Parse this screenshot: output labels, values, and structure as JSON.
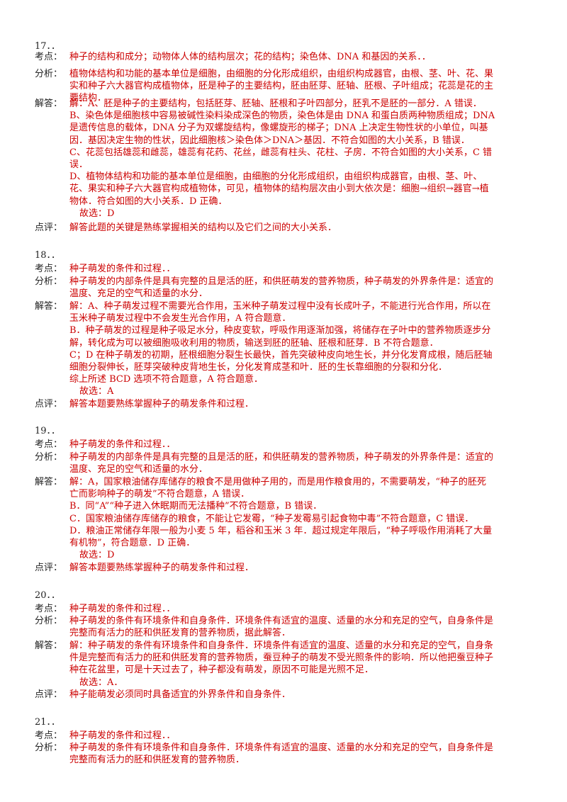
{
  "items": [
    {
      "number": "17．．",
      "kaodian_label": "考点：",
      "kaodian": "种子的结构和成分；动物体人体的结构层次；花的结构；染色体、DNA 和基因的关系．．",
      "fenxi_label": "分析：",
      "fenxi": [
        "植物体结构和功能的基本单位是细胞，由细胞的分化形成组织，由组织构成器官，由根、茎、叶、花、果",
        "实和种子六大器官构成植物体，胚是种子的主要结构，胚由胚芽、胚轴、胚根、子叶组成；花蕊是花的主",
        "要结构．"
      ],
      "jieda_label": "解答：",
      "jieda": [
        "解：A、胚是种子的主要结构，包括胚芽、胚轴、胚根和子叶四部分，胚乳不是胚的一部分．A 错误．",
        "B、染色体是细胞核中容易被碱性染料染成深色的物质，染色体是由 DNA 和蛋白质两种物质组成；DNA",
        "是遗传信息的载体，DNA 分子为双螺旋结构，像螺旋形的梯子；DNA 上决定生物性状的小单位，叫基",
        "因．基因决定生物的性状，因此细胞核＞染色体＞DNA＞基因．不符合如图的大小关系，B 错误．",
        "C、花蕊包括雄蕊和雌蕊，雄蕊有花药、花丝，雌蕊有柱头、花柱、子房．不符合如图的大小关系，C 错",
        "误．",
        "D、植物体结构和功能的基本单位是细胞，由细胞的分化形成组织，由组织构成器官，由根、茎、叶、",
        "花、果实和种子六大器官构成植物体，可见，植物体的结构层次由小到大依次是：细胞→组织→器官→植",
        "物体．符合如图的大小关系．D 正确．",
        "故选：D"
      ],
      "dianping_label": "点评：",
      "dianping": "解答此题的关键是熟练掌握相关的结构以及它们之间的大小关系．"
    },
    {
      "number": "18．．",
      "kaodian_label": "考点：",
      "kaodian": "种子萌发的条件和过程．．",
      "fenxi_label": "分析：",
      "fenxi": [
        "种子萌发的内部条件是具有完整的且是活的胚，和供胚萌发的营养物质，种子萌发的外界条件是：适宜的",
        "温度、充足的空气和适量的水分．"
      ],
      "jieda_label": "解答：",
      "jieda": [
        "解：A、种子萌发过程不需要光合作用，玉米种子萌发过程中没有长成叶子，不能进行光合作用，所以在",
        "玉米种子萌发过程中不会发生光合作用，A 符合题意．",
        "B．种子萌发的过程是种子吸足水分，种皮变软，呼吸作用逐渐加强，将储存在子叶中的营养物质逐步分",
        "解，转化成为可以被细胞吸收利用的物质，输送到胚的胚轴、胚根和胚芽．B 不符合题意．",
        "C；D 在种子萌发的初期，胚根细胞分裂生长最快，首先突破种皮向地生长，并分化发育成根，随后胚轴",
        "细胞分裂伸长，胚芽突破种皮背地生长，分化发育成茎和叶．胚的生长靠细胞的分裂和分化．",
        "综上所述 BCD 选项不符合题意，A 符合题意．",
        "故选：A"
      ],
      "dianping_label": "点评：",
      "dianping": "解答本题要熟练掌握种子的萌发条件和过程．"
    },
    {
      "number": "19．．",
      "kaodian_label": "考点：",
      "kaodian": "种子萌发的条件和过程．．",
      "fenxi_label": "分析：",
      "fenxi": [
        "种子萌发的内部条件是具有完整的且是活的胚，和供胚萌发的营养物质，种子萌发的外界条件是：适宜的",
        "温度、充足的空气和适量的水分．"
      ],
      "jieda_label": "解答：",
      "jieda": [
        "解：A，国家粮油储存库储存的粮食不是用做种子用的，而是用作粮食用的，不需要萌发，“种子的胚死",
        "亡而影响种子的萌发”不符合题意，A 错误．",
        "B．同“A”“种子进入休眠期而无法播种”不符合题意，B 错误．",
        "C．国家粮油储存库储存的粮食，不能让它发霉，“种子发霉易引起食物中毒”不符合题意，C 错误．",
        "D．粮油正常储存年限一般为小麦 5 年，稻谷和玉米 3 年．超过规定年限后，“种子呼吸作用消耗了大量",
        "有机物”，符合题意．D 正确．",
        "故选：D"
      ],
      "dianping_label": "点评：",
      "dianping": "解答本题要熟练掌握种子的萌发条件和过程．"
    },
    {
      "number": "20．．",
      "kaodian_label": "考点：",
      "kaodian": "种子萌发的条件和过程．．",
      "fenxi_label": "分析：",
      "fenxi": [
        "种子萌发的条件有环境条件和自身条件．环境条件有适宜的温度、适量的水分和充足的空气，自身条件是",
        "完整而有活力的胚和供胚发育的营养物质，据此解答．"
      ],
      "jieda_label": "解答：",
      "jieda": [
        "解：种子萌发的条件有环境条件和自身条件．环境条件有适宜的温度、适量的水分和充足的空气，自身条",
        "件是完整而有活力的胚和供胚发育的营养物质，蚕豆种子的萌发不受光照条件的影响．所以他把蚕豆种子",
        "种在花盆里，可是十天过去了，种子都没有萌发，原因不可能是光照不足．",
        "故选：A．"
      ],
      "dianping_label": "点评：",
      "dianping": "种子能萌发必须同时具备适宜的外界条件和自身条件．"
    },
    {
      "number": "21．．",
      "kaodian_label": "考点：",
      "kaodian": "种子萌发的条件和过程．．",
      "fenxi_label": "分析：",
      "fenxi": [
        "种子萌发的条件有环境条件和自身条件．环境条件有适宜的温度、适量的水分和充足的空气，自身条件是",
        "完整而有活力的胚和供胚发育的营养物质．"
      ]
    }
  ]
}
